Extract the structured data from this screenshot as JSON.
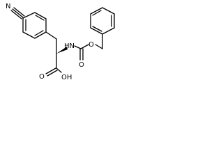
{
  "structure": {
    "atom_labels": {
      "nitrile_n": "N",
      "amine_nh": "HN",
      "carbamate_o_double": "O",
      "carbamate_o_single": "O",
      "acid_o_double": "O",
      "acid_oh": "OH"
    },
    "colors": {
      "bond": "#000000",
      "label": "#000000",
      "background": "#ffffff"
    }
  }
}
